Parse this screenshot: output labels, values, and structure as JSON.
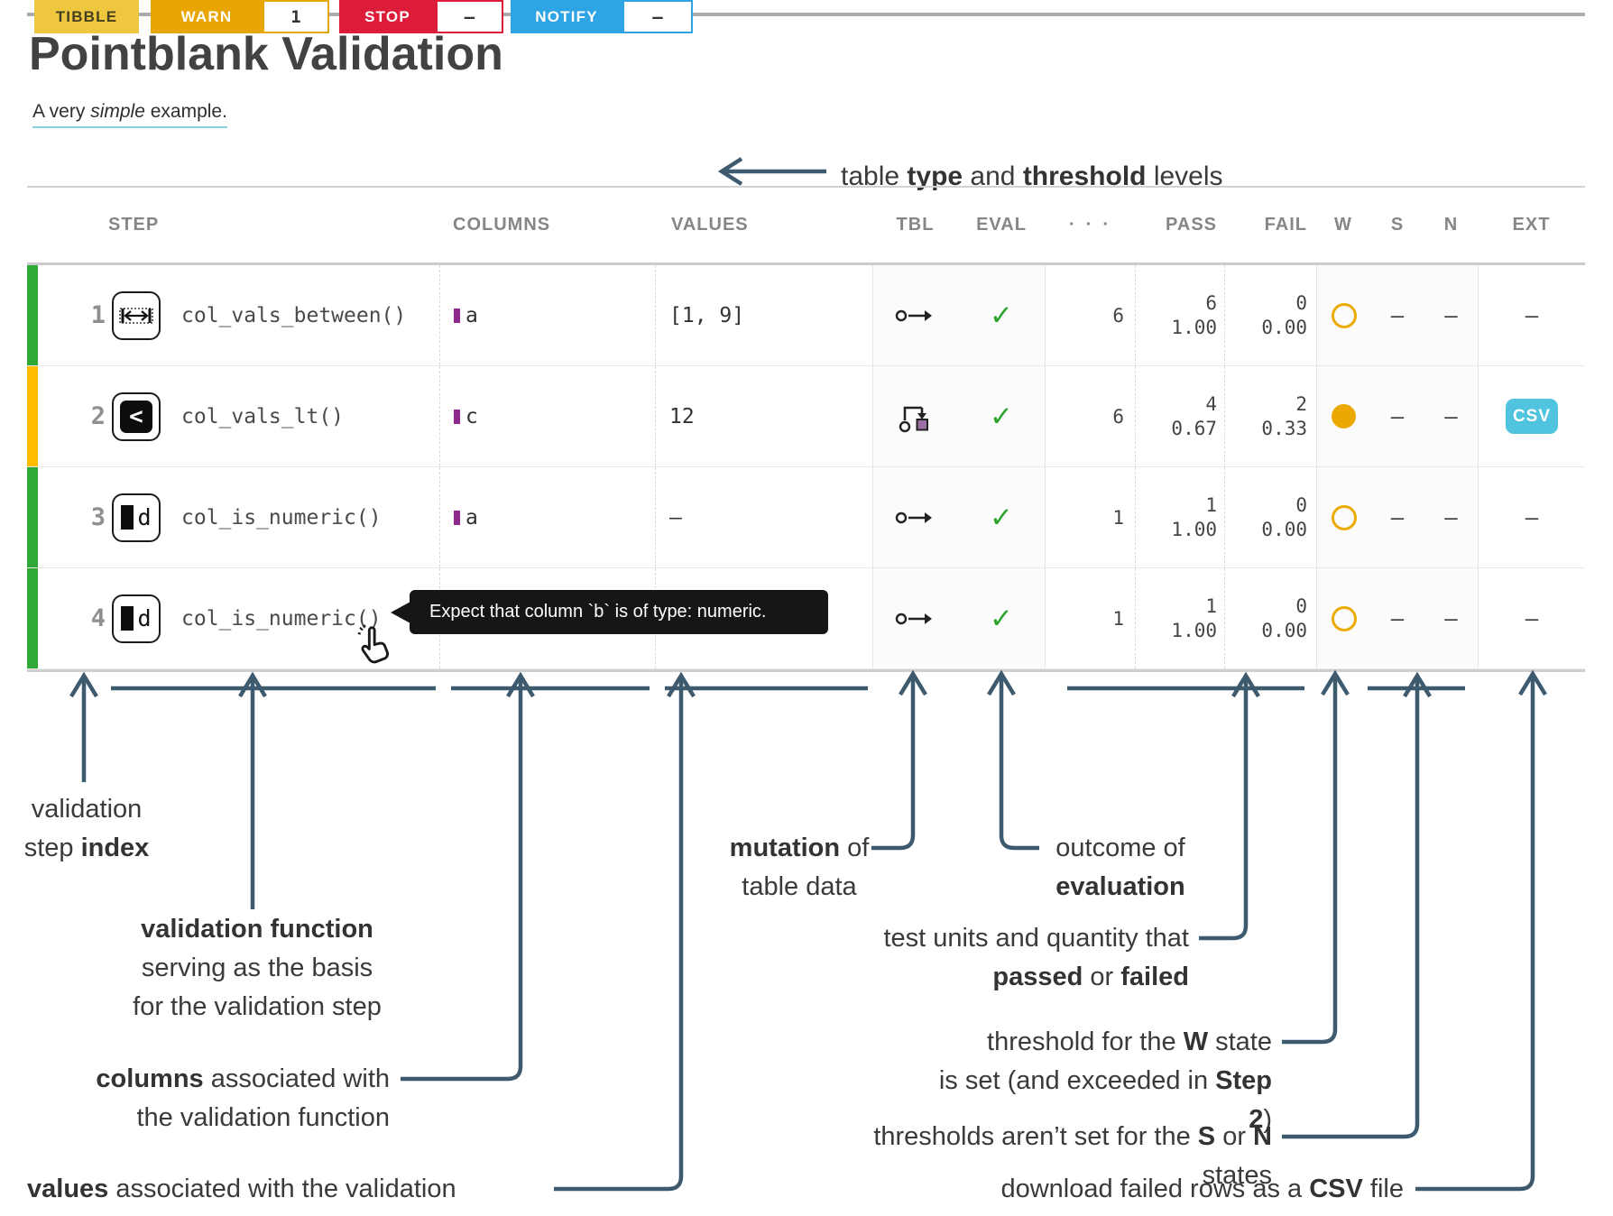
{
  "header": {
    "title": "Pointblank Validation",
    "subtitle": {
      "prefix": "A very ",
      "emphasis": "simple",
      "suffix": " example."
    },
    "badges": {
      "tibble_label": "TIBBLE",
      "warn_label": "WARN",
      "warn_value": "1",
      "stop_label": "STOP",
      "stop_value": "—",
      "notify_label": "NOTIFY",
      "notify_value": "—"
    }
  },
  "table": {
    "column_headers": {
      "step": "STEP",
      "columns": "COLUMNS",
      "values": "VALUES",
      "tbl": "TBL",
      "eval": "EVAL",
      "dots": "···",
      "pass": "PASS",
      "fail": "FAIL",
      "w": "W",
      "s": "S",
      "n": "N",
      "ext": "EXT"
    },
    "rows": [
      {
        "index": "1",
        "icon": "col-vals-between-icon",
        "fn": "col_vals_between()",
        "column": "a",
        "values": "[1, 9]",
        "tbl_icon": "table-pipe-icon",
        "eval": "✓",
        "units": "6",
        "pass_n": "6",
        "pass_f": "1.00",
        "fail_n": "0",
        "fail_f": "0.00",
        "w_state": "open-circle",
        "s": "—",
        "n": "—",
        "ext": "—",
        "severity": "green"
      },
      {
        "index": "2",
        "icon": "col-vals-lt-icon",
        "fn": "col_vals_lt()",
        "column": "c",
        "values": "12",
        "tbl_icon": "table-mutate-icon",
        "eval": "✓",
        "units": "6",
        "pass_n": "4",
        "pass_f": "0.67",
        "fail_n": "2",
        "fail_f": "0.33",
        "w_state": "filled-circle",
        "s": "—",
        "n": "—",
        "ext": "CSV",
        "severity": "amber"
      },
      {
        "index": "3",
        "icon": "col-is-numeric-icon",
        "fn": "col_is_numeric()",
        "column": "a",
        "values": "—",
        "tbl_icon": "table-pipe-icon",
        "eval": "✓",
        "units": "1",
        "pass_n": "1",
        "pass_f": "1.00",
        "fail_n": "0",
        "fail_f": "0.00",
        "w_state": "open-circle",
        "s": "—",
        "n": "—",
        "ext": "—",
        "severity": "green"
      },
      {
        "index": "4",
        "icon": "col-is-numeric-icon",
        "fn": "col_is_numeric()",
        "column": "b",
        "values": "—",
        "tbl_icon": "table-pipe-icon",
        "eval": "✓",
        "units": "1",
        "pass_n": "1",
        "pass_f": "1.00",
        "fail_n": "0",
        "fail_f": "0.00",
        "w_state": "open-circle",
        "s": "—",
        "n": "—",
        "ext": "—",
        "severity": "green"
      }
    ],
    "lt_glyph": "<",
    "numeric_letter": "d"
  },
  "tooltip": {
    "text": "Expect that column `b` is of type: numeric."
  },
  "annotations": {
    "top": [
      {
        "t": "table "
      },
      {
        "t": "type",
        "b": true
      },
      {
        "t": " and "
      },
      {
        "t": "threshold",
        "b": true
      },
      {
        "t": " levels"
      }
    ],
    "idx": {
      "lines": [
        [
          {
            "t": "validation"
          }
        ],
        [
          {
            "t": "step "
          },
          {
            "t": "index",
            "b": true
          }
        ]
      ]
    },
    "func": {
      "lines": [
        [
          {
            "t": "validation function",
            "b": true
          }
        ],
        [
          {
            "t": "serving as the basis"
          }
        ],
        [
          {
            "t": "for the validation step"
          }
        ]
      ]
    },
    "cols": {
      "lines": [
        [
          {
            "t": "columns",
            "b": true
          },
          {
            "t": " associated with"
          }
        ],
        [
          {
            "t": "the validation function"
          }
        ]
      ]
    },
    "values": {
      "lines": [
        [
          {
            "t": "values",
            "b": true
          },
          {
            "t": " associated with the validation function"
          }
        ]
      ]
    },
    "mutation": {
      "lines": [
        [
          {
            "t": "mutation",
            "b": true
          },
          {
            "t": " of"
          }
        ],
        [
          {
            "t": "table data"
          }
        ]
      ]
    },
    "outcome": {
      "lines": [
        [
          {
            "t": "outcome of"
          }
        ],
        [
          {
            "t": "evaluation",
            "b": true
          }
        ]
      ]
    },
    "passfail": {
      "lines": [
        [
          {
            "t": "test units and quantity that"
          }
        ],
        [
          {
            "t": "passed",
            "b": true
          },
          {
            "t": " or "
          },
          {
            "t": "failed",
            "b": true
          }
        ]
      ]
    },
    "wthresh": {
      "lines": [
        [
          {
            "t": "threshold for the "
          },
          {
            "t": "W",
            "b": true
          },
          {
            "t": " state"
          }
        ],
        [
          {
            "t": "is set (and exceeded in "
          },
          {
            "t": "Step 2",
            "b": true
          },
          {
            "t": ")"
          }
        ]
      ]
    },
    "sn": {
      "lines": [
        [
          {
            "t": "thresholds aren’t set for the "
          },
          {
            "t": "S",
            "b": true
          },
          {
            "t": " or "
          },
          {
            "t": "N",
            "b": true
          },
          {
            "t": " states"
          }
        ]
      ]
    },
    "csv": {
      "lines": [
        [
          {
            "t": "download failed rows as a "
          },
          {
            "t": "CSV",
            "b": true
          },
          {
            "t": " file"
          }
        ]
      ]
    }
  },
  "colors": {
    "severity_green": "#2ea836",
    "severity_amber": "#ffbc00",
    "warn_accent": "#e9a602",
    "stop_accent": "#dc1c39",
    "notify_accent": "#2fa4e4",
    "tibble_accent": "#eec73e",
    "csv_button": "#50c4de",
    "eval_check": "#2fa12f",
    "column_swatch": "#8e2a8e",
    "annotation": "#3e5a6e",
    "tooltip_bg": "#161616",
    "subtitle_underline": "#8ccfdf",
    "w_indicator": "#eba800"
  }
}
